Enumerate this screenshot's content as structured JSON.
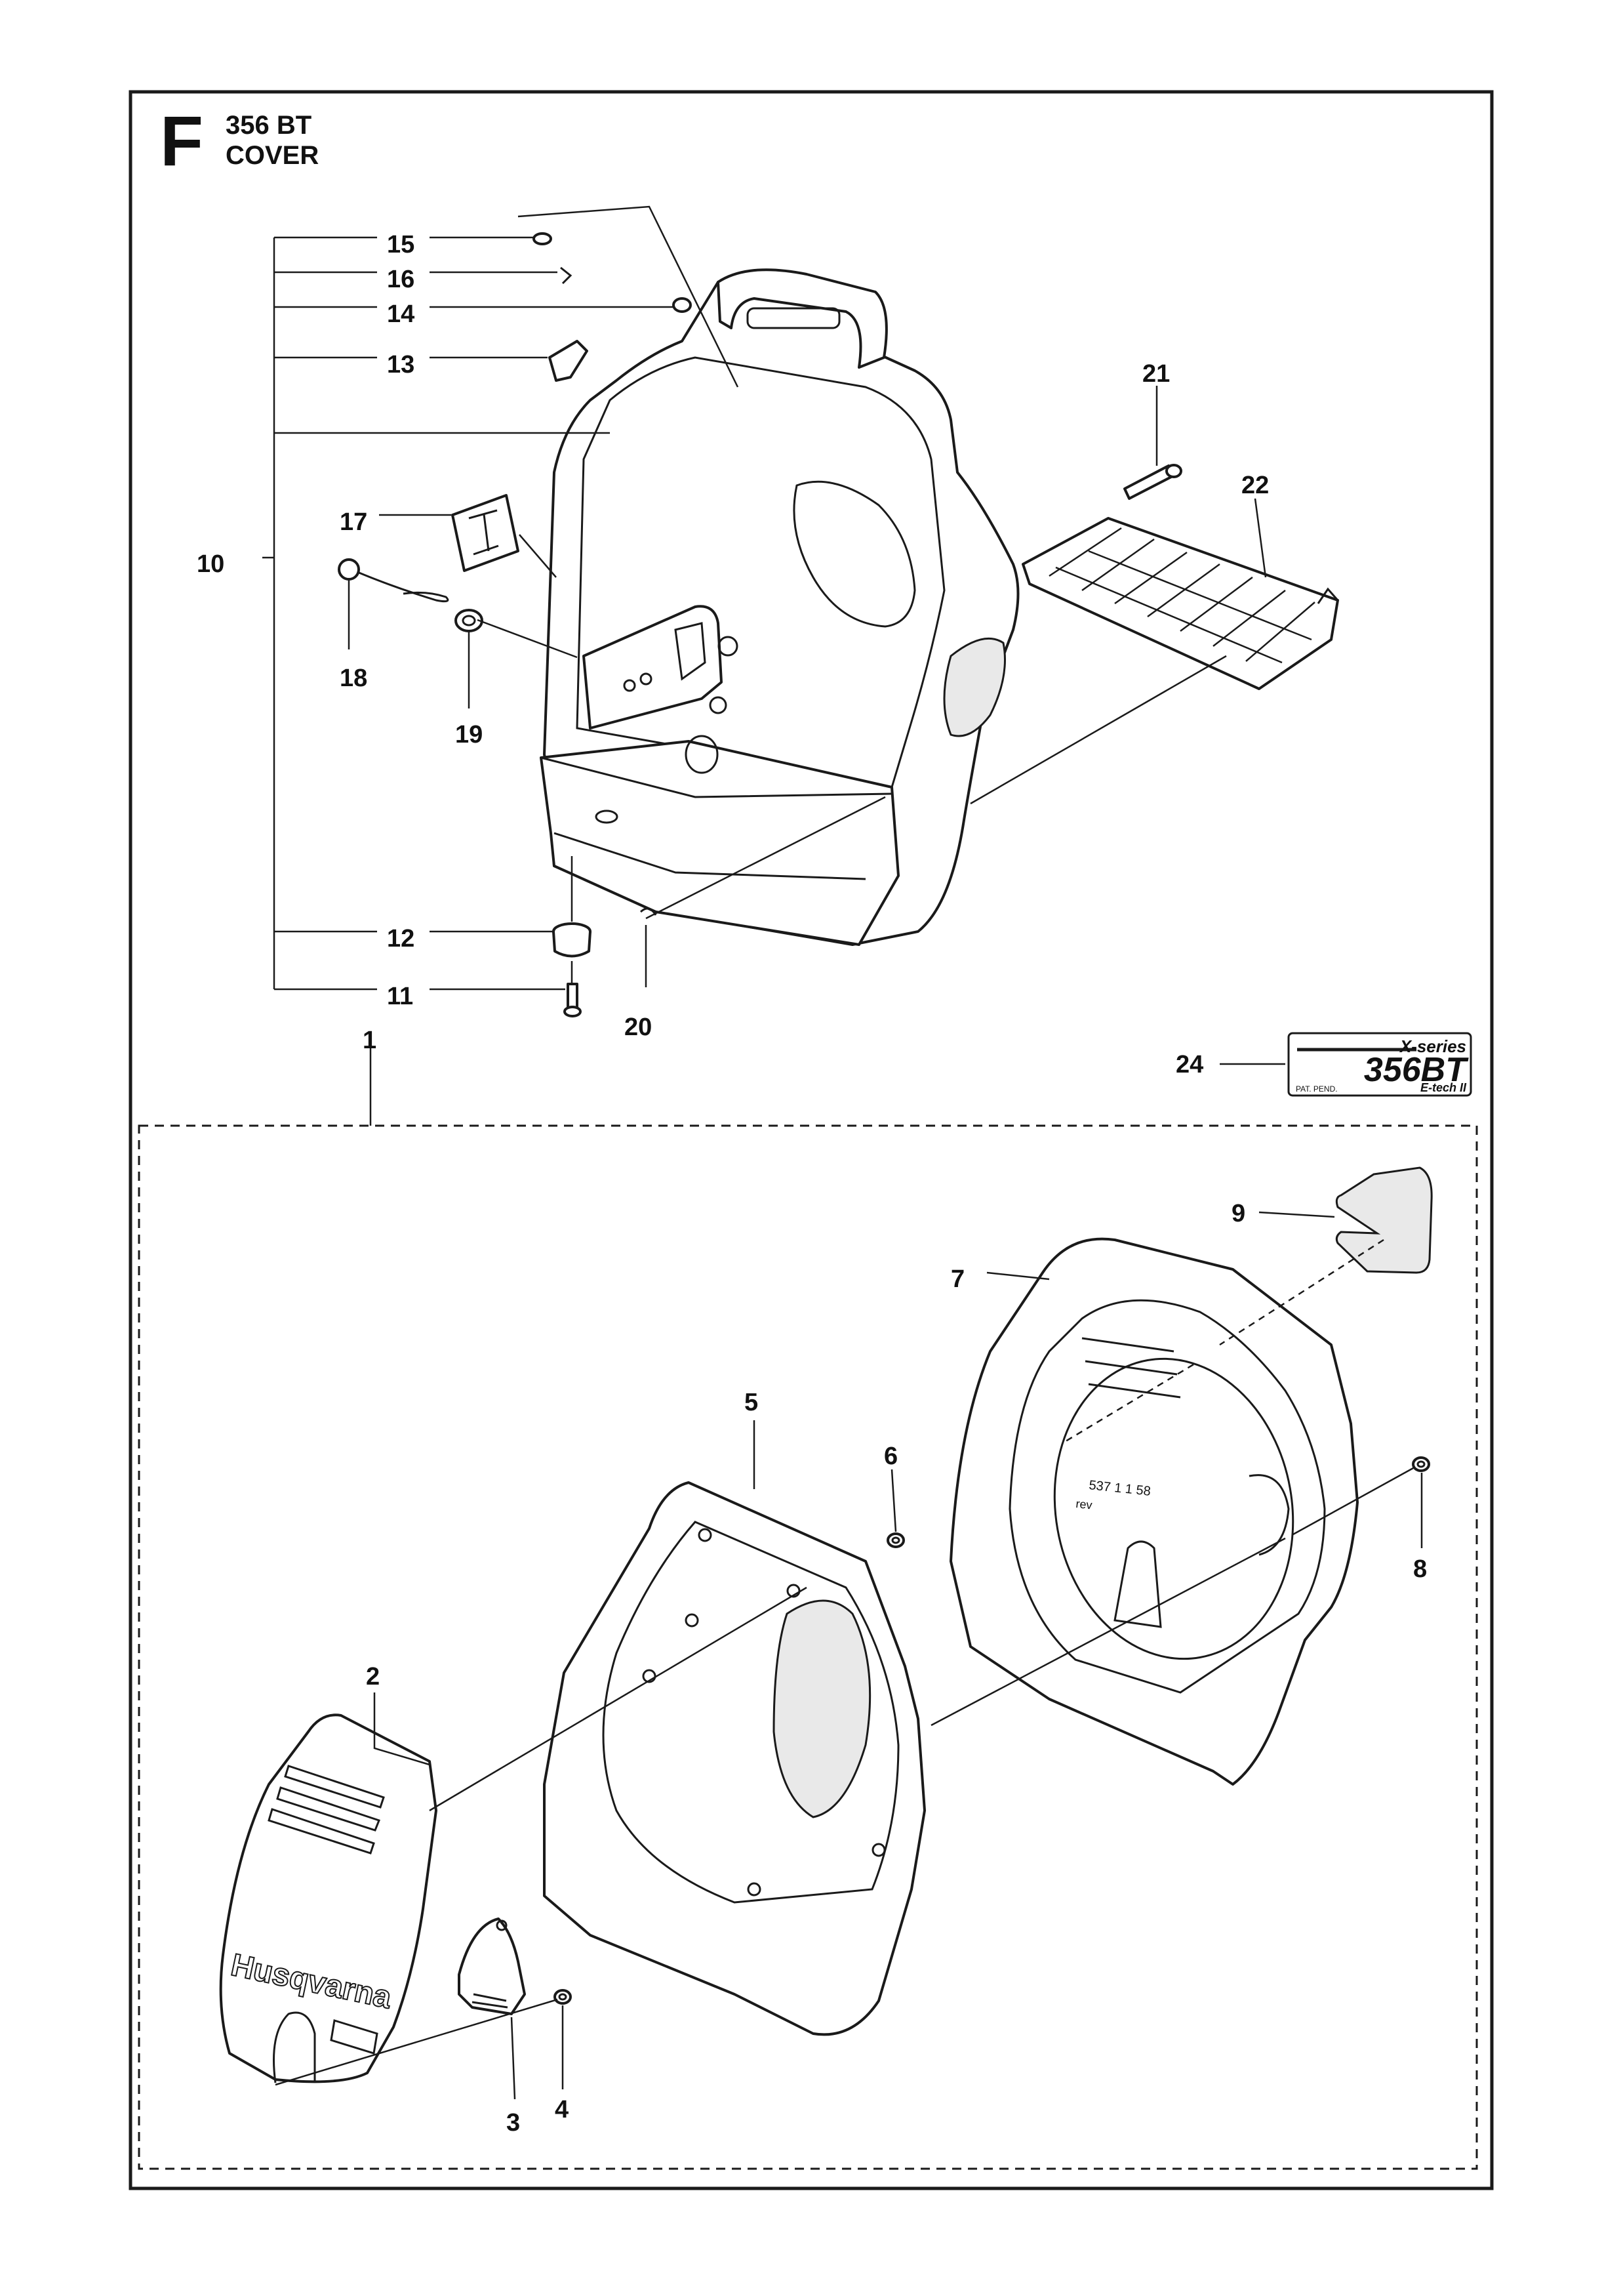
{
  "header": {
    "section_letter": "F",
    "model": "356 BT",
    "title": "COVER"
  },
  "callouts": {
    "c1": "1",
    "c2": "2",
    "c3": "3",
    "c4": "4",
    "c5": "5",
    "c6": "6",
    "c7": "7",
    "c8": "8",
    "c9": "9",
    "c10": "10",
    "c11": "11",
    "c12": "12",
    "c13": "13",
    "c14": "14",
    "c15": "15",
    "c16": "16",
    "c17": "17",
    "c18": "18",
    "c19": "19",
    "c20": "20",
    "c21": "21",
    "c22": "22",
    "c24": "24"
  },
  "decal": {
    "series": "X-series",
    "model": "356BT",
    "patent": "PAT. PEND.",
    "engine": "E-tech II"
  },
  "cover_text": {
    "brand": "Husqvarna",
    "part_number": "537 1 1 58",
    "rev": "rev"
  },
  "colors": {
    "line": "#1a1a1a",
    "background": "#ffffff",
    "shade": "#e9e9e9"
  }
}
